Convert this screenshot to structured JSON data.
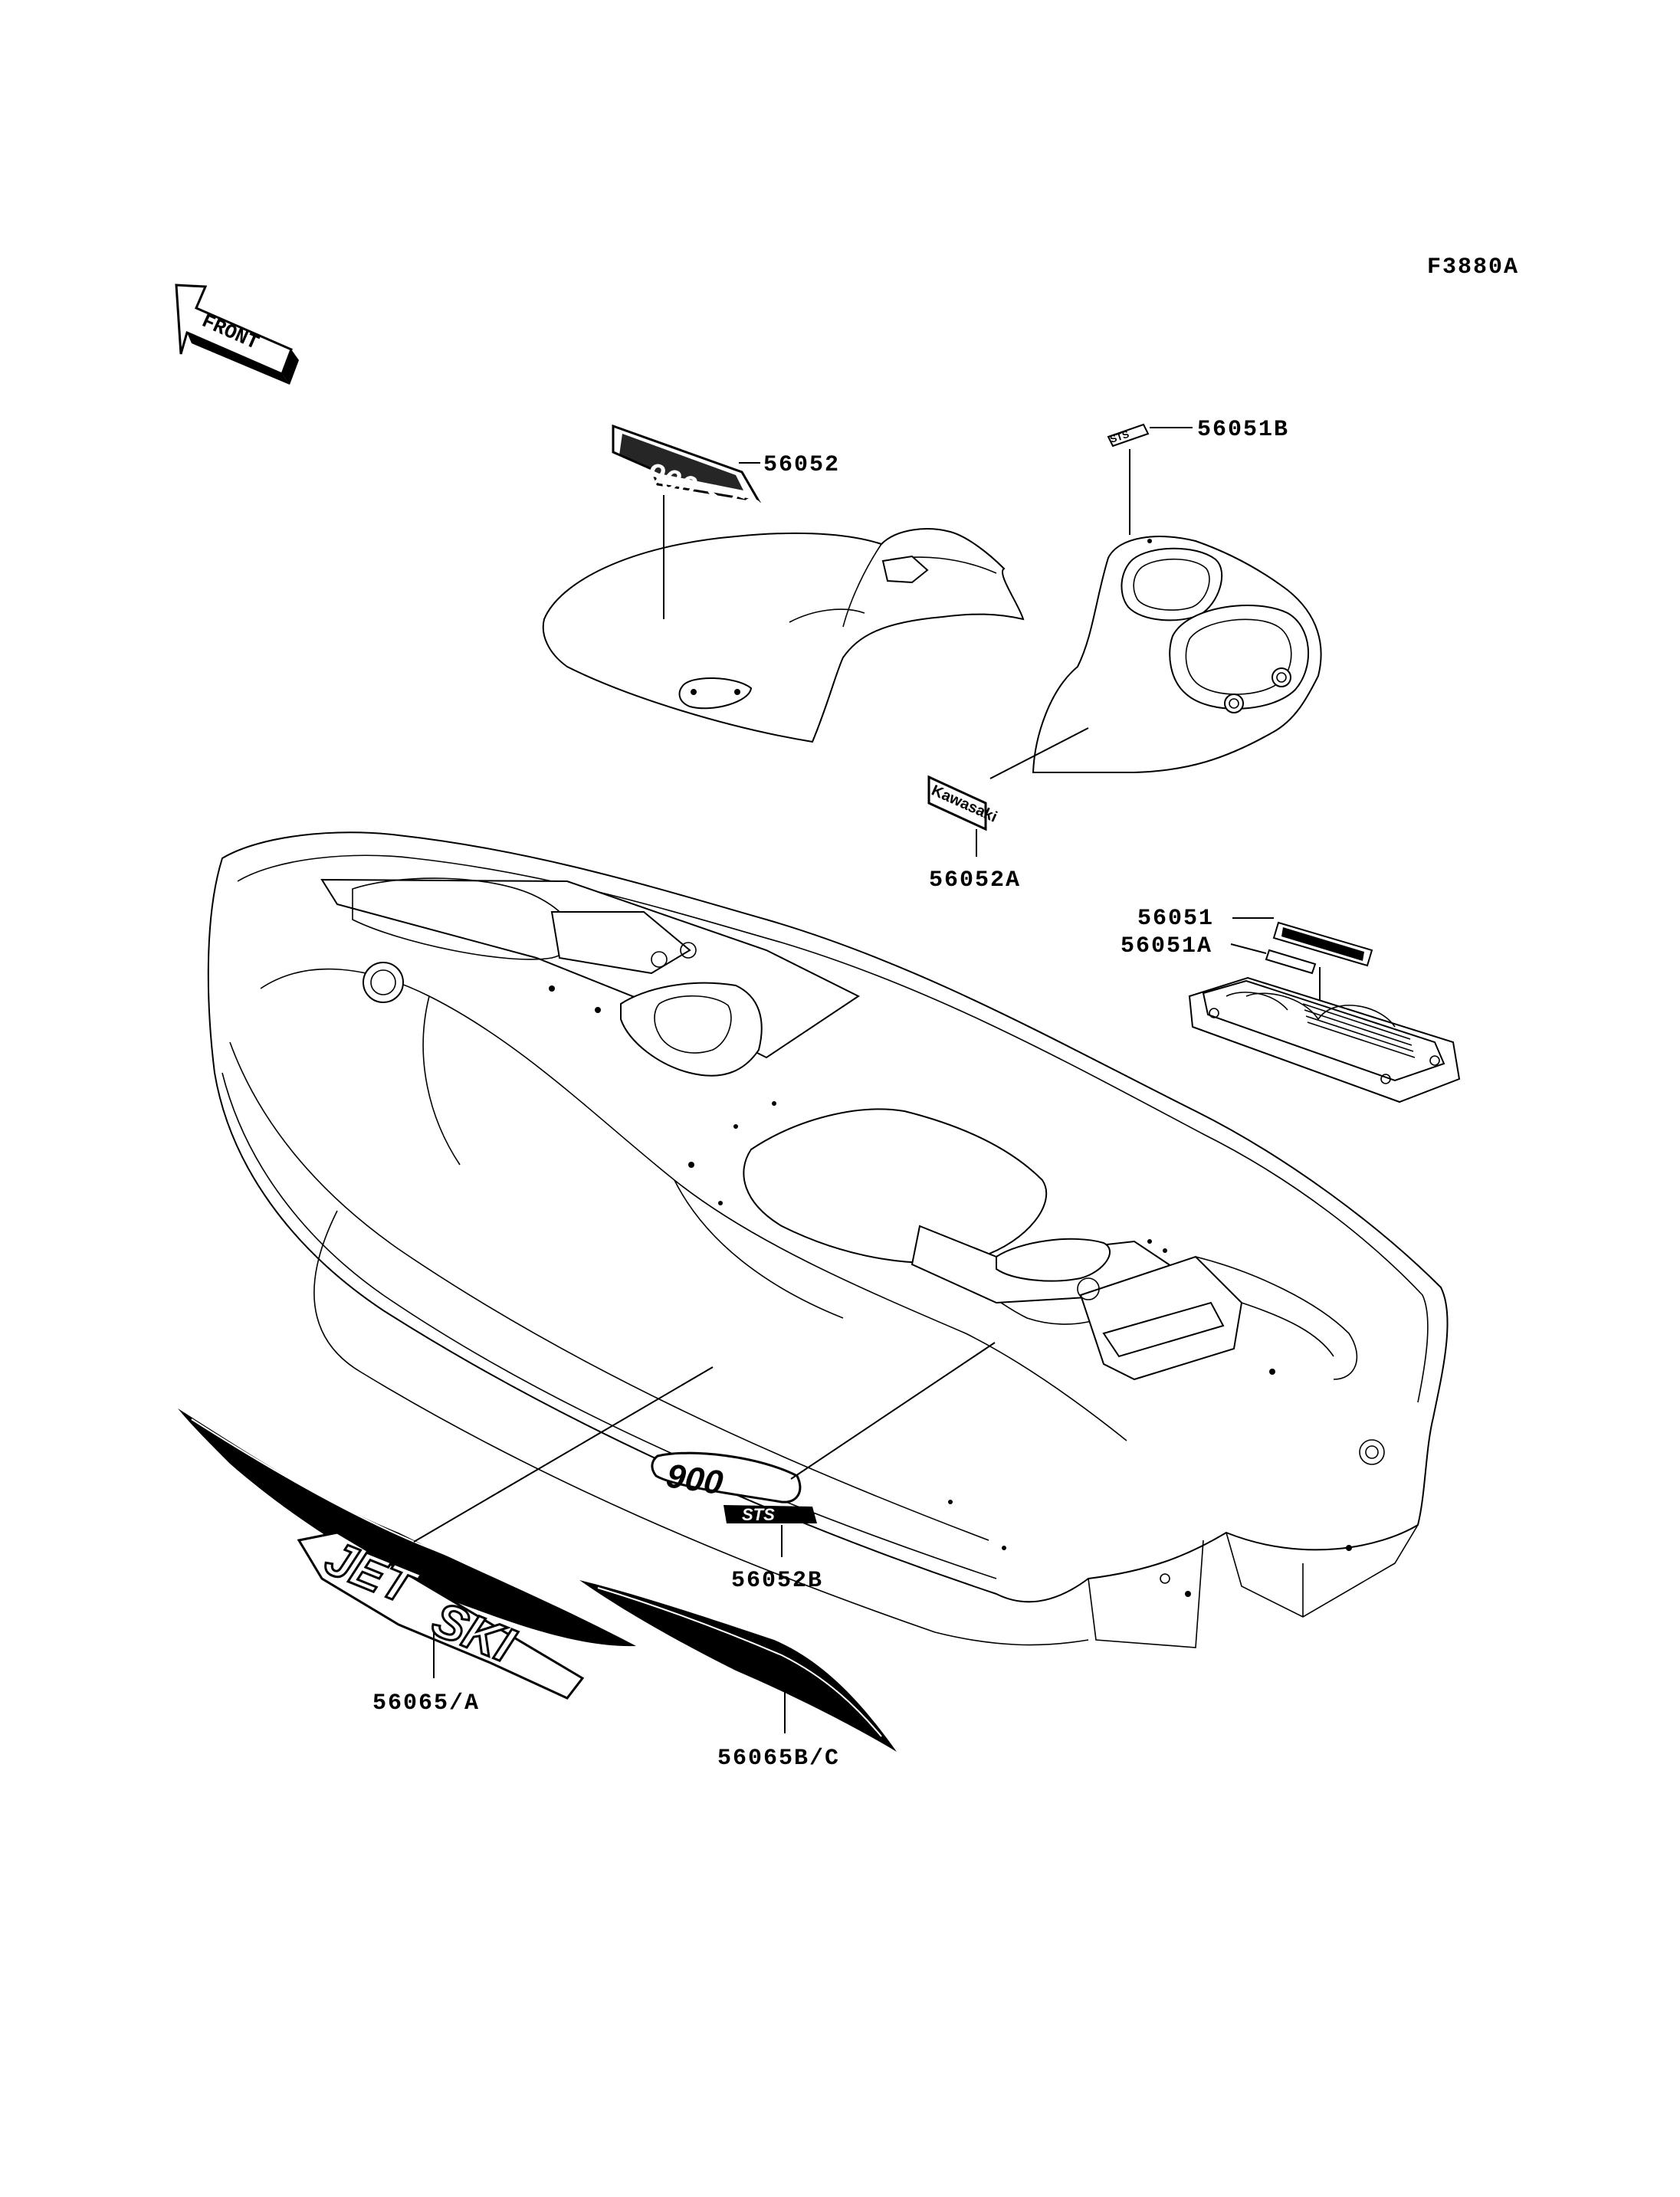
{
  "diagram_code": "F3880A",
  "front_arrow": {
    "label": "FRONT",
    "icon": "front-direction-arrow-icon"
  },
  "parts": [
    {
      "id": "p-56052",
      "number": "56052"
    },
    {
      "id": "p-56051b",
      "number": "56051B"
    },
    {
      "id": "p-56052a",
      "number": "56052A"
    },
    {
      "id": "p-56051",
      "number": "56051"
    },
    {
      "id": "p-56051a",
      "number": "56051A"
    },
    {
      "id": "p-56052b",
      "number": "56052B"
    },
    {
      "id": "p-56065a",
      "number": "56065/A"
    },
    {
      "id": "p-56065bc",
      "number": "56065B/C"
    }
  ]
}
